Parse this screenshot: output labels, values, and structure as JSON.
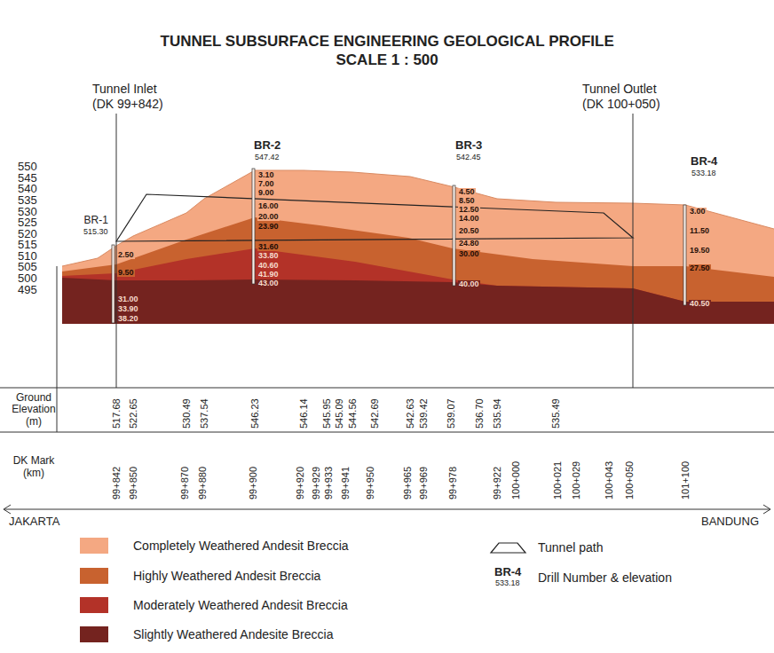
{
  "diagram": {
    "title": "TUNNEL SUBSURFACE ENGINEERING GEOLOGICAL PROFILE",
    "labels": [
      "SCALE 1 : 500",
      "Tunnel Inlet",
      "(DK 99+842)",
      "Tunnel Outlet",
      "(DK 100+050)",
      "550",
      "545",
      "540",
      "535",
      "530",
      "525",
      "520",
      "515",
      "510",
      "505",
      "500",
      "495",
      "BR-1",
      "515.30",
      "BR-2",
      "547.42",
      "BR-3",
      "542.45",
      "BR-4",
      "533.18",
      "3.10",
      "7.00",
      "9.00",
      "16.00",
      "20.00",
      "23.90",
      "31.60",
      "33.80",
      "40.60",
      "41.90",
      "43.00",
      "4.50",
      "8.50",
      "12.50",
      "14.00",
      "20.50",
      "24.80",
      "30.00",
      "40.00",
      "3.00",
      "11.50",
      "19.50",
      "27.50",
      "40.50",
      "2.50",
      "9.50",
      "31.00",
      "33.90",
      "38.20",
      "Ground Elevation (m)",
      "DK Mark (km)",
      "517.68",
      "522.65",
      "530.49",
      "537.54",
      "546.23",
      "546.14",
      "545.95",
      "545.09",
      "544.56",
      "542.69",
      "542.63",
      "539.42",
      "539.07",
      "536.70",
      "535.94",
      "535.49",
      "99+842",
      "99+850",
      "99+870",
      "99+880",
      "99+900",
      "99+920",
      "99+929",
      "99+933",
      "99+941",
      "99+950",
      "99+965",
      "99+969",
      "99+978",
      "99+922",
      "100+000",
      "100+021",
      "100+029",
      "100+043",
      "100+050",
      "101+100",
      "JAKARTA",
      "BANDUNG",
      "BR-4",
      "533.18"
    ],
    "legend": [
      {
        "text": "Completely Weathered Andesit Breccia",
        "color": "#f4a882"
      },
      {
        "text": "Highly Weathered Andesit Breccia",
        "color": "#c8622f"
      },
      {
        "text": "Moderately Weathered Andesit Breccia",
        "color": "#b33228"
      },
      {
        "text": "Slightly Weathered Andesite Breccia",
        "color": "#74231f"
      },
      {
        "text": "Tunnel path"
      },
      {
        "text": "Drill Number & elevation"
      }
    ]
  }
}
